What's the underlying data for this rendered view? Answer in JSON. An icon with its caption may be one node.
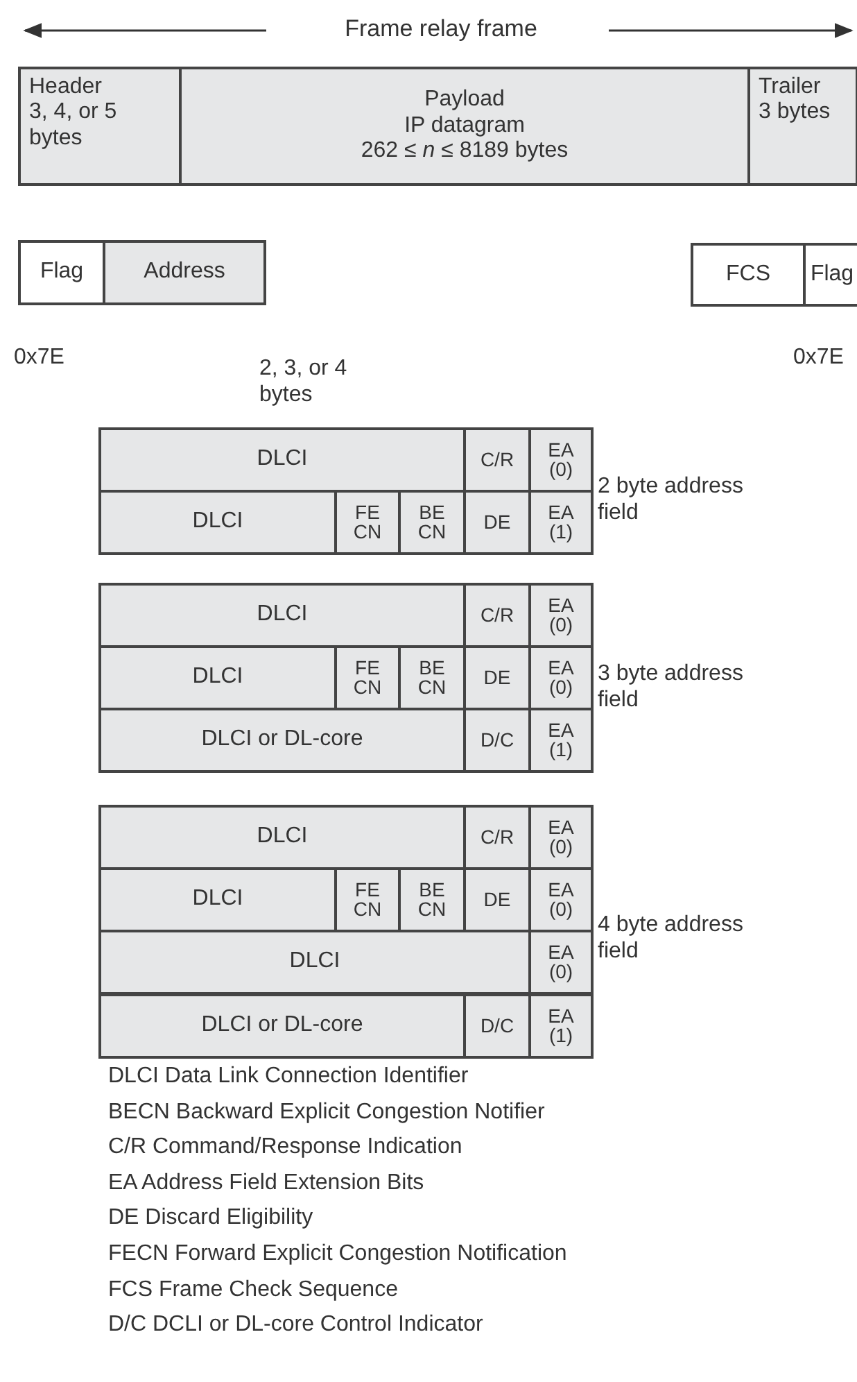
{
  "diagram": {
    "nodes": [
      {
        "text": [
          "Header",
          "3, 4, or 5 bytes"
        ]
      },
      {
        "text": [
          "Payload",
          "IP datagram",
          "262 ≤ *n* ≤ 8189 bytes"
        ]
      },
      {
        "text": [
          "Trailer",
          "3 bytes"
        ]
      },
      {
        "text": [
          "Flag"
        ]
      },
      {
        "text": [
          "Address"
        ]
      },
      {
        "text": [
          "FCS"
        ]
      },
      {
        "text": [
          "Flag"
        ]
      },
      {
        "text": [
          "DLCI"
        ]
      },
      {
        "text": [
          "C/R"
        ]
      },
      {
        "text": [
          "EA (0)"
        ]
      },
      {
        "text": [
          "DLCI"
        ]
      },
      {
        "text": [
          "FE CN"
        ]
      },
      {
        "text": [
          "BE CN"
        ]
      },
      {
        "text": [
          "DE"
        ]
      },
      {
        "text": [
          "EA (1)"
        ]
      },
      {
        "text": [
          "DLCI"
        ]
      },
      {
        "text": [
          "C/R"
        ]
      },
      {
        "text": [
          "EA (0)"
        ]
      },
      {
        "text": [
          "DLCI"
        ]
      },
      {
        "text": [
          "FE CN"
        ]
      },
      {
        "text": [
          "BE CN"
        ]
      },
      {
        "text": [
          "DE"
        ]
      },
      {
        "text": [
          "EA (0)"
        ]
      },
      {
        "text": [
          "DLCI or DL-core"
        ]
      },
      {
        "text": [
          "D/C"
        ]
      },
      {
        "text": [
          "EA (1)"
        ]
      },
      {
        "text": [
          "DLCI"
        ]
      },
      {
        "text": [
          "C/R"
        ]
      },
      {
        "text": [
          "EA (0)"
        ]
      },
      {
        "text": [
          "DLCI"
        ]
      },
      {
        "text": [
          "FE CN"
        ]
      },
      {
        "text": [
          "BE CN"
        ]
      },
      {
        "text": [
          "DE"
        ]
      },
      {
        "text": [
          "EA (0)"
        ]
      },
      {
        "text": [
          "DLCI"
        ]
      },
      {
        "text": [
          "EA (0)"
        ]
      },
      {
        "text": [
          "DLCI or DL-core"
        ]
      },
      {
        "text": [
          "D/C"
        ]
      },
      {
        "text": [
          "EA (1)"
        ]
      }
    ],
    "labels": [
      "Frame relay frame",
      "0x7E",
      "2, 3, or 4 bytes",
      "0x7E",
      "2 byte address field",
      "3 byte address field",
      "4 byte address field",
      "DLCI Data Link Connection Identifier",
      "BECN Backward Explicit Congestion Notifier",
      "C/R Command/Response Indication",
      "EA Address Field Extension Bits",
      "DE Discard Eligibility",
      "FECN Forward Explicit Congestion Notification",
      "FCS Frame Check Sequence",
      "D/C DCLI or DL-core Control Indicator"
    ]
  }
}
